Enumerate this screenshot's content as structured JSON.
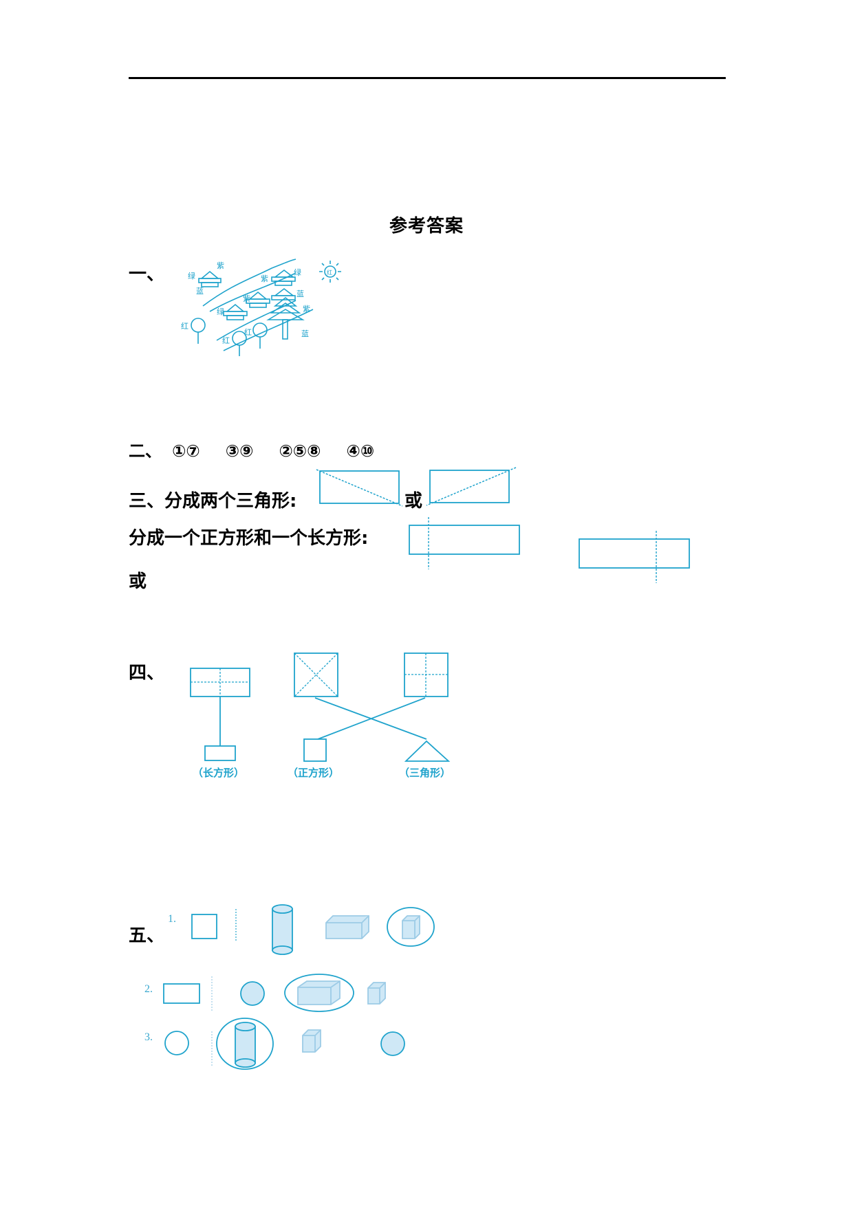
{
  "document": {
    "title": "参考答案",
    "colors": {
      "ink": "#000000",
      "answer_blue": "#1fa3cc",
      "fill_blue": "#cfe8f6"
    }
  },
  "section1": {
    "heading": "一、",
    "map_labels": {
      "house1": [
        "绿",
        "紫",
        "蓝"
      ],
      "house2": [
        "紫",
        "绿",
        "蓝"
      ],
      "house3": [
        "紫",
        "绿"
      ],
      "house4": [
        "绿",
        "紫"
      ],
      "house5": [
        "紫",
        "绿",
        "蓝"
      ],
      "tree": [
        "紫",
        "蓝"
      ],
      "flowers": [
        "红",
        "红",
        "红"
      ],
      "sun": "红"
    }
  },
  "section2": {
    "heading": "二、",
    "answers": [
      "①⑦",
      "③⑨",
      "②⑤⑧",
      "④⑩"
    ]
  },
  "section3": {
    "heading": "三、",
    "line1": "分成两个三角形:",
    "or": "或",
    "line2": "分成一个正方形和一个长方形:",
    "or2": "或"
  },
  "section4": {
    "heading": "四、",
    "labels": [
      "（长方形）",
      "（正方形）",
      "（三角形）"
    ]
  },
  "section5": {
    "heading": "五、",
    "rows": [
      {
        "number": "1.",
        "target": "square",
        "options": [
          "cylinder",
          "cuboid",
          "cube"
        ],
        "circled": "cube"
      },
      {
        "number": "2.",
        "target": "rectangle",
        "options": [
          "sphere",
          "cuboid",
          "cube"
        ],
        "circled": "cuboid"
      },
      {
        "number": "3.",
        "target": "circle",
        "options": [
          "cylinder",
          "cube",
          "sphere"
        ],
        "circled": "cylinder"
      }
    ]
  }
}
